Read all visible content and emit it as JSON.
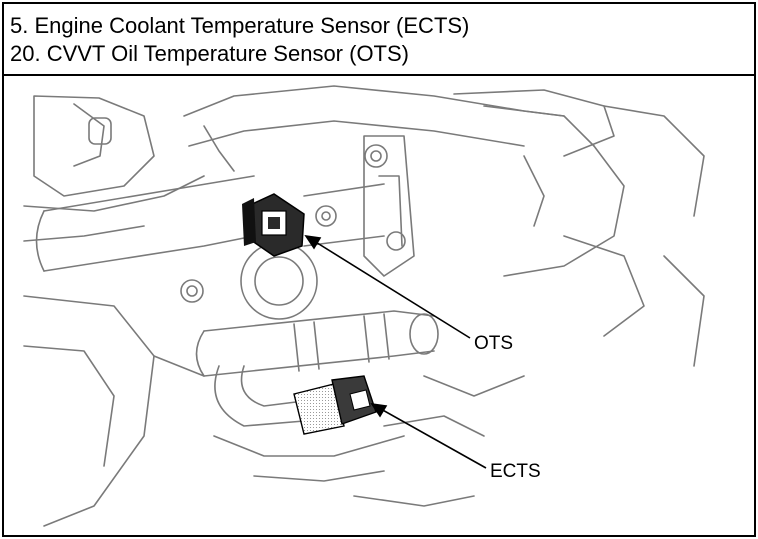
{
  "header": {
    "line1": "5. Engine Coolant Temperature Sensor (ECTS)",
    "line2": "20. CVVT Oil Temperature Sensor (OTS)"
  },
  "figure": {
    "labels": {
      "ots": "OTS",
      "ects": "ECTS"
    },
    "line_color": "#000000",
    "shade_color": "#bdbdbd"
  }
}
